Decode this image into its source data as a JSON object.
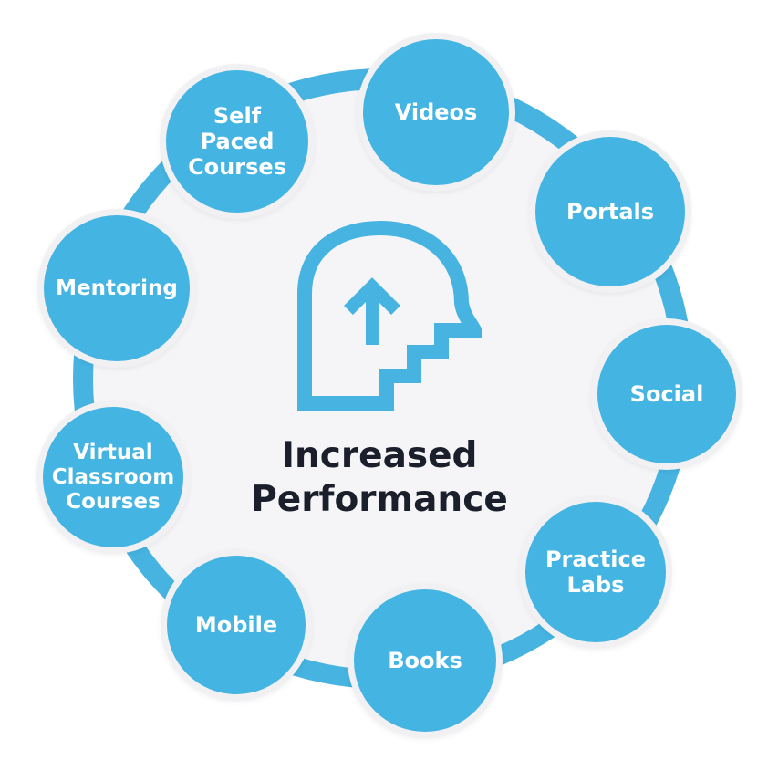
{
  "title": {
    "line1": "Increased",
    "line2": "Performance"
  },
  "icon": "head-with-up-arrow-icon",
  "colors": {
    "accent": "#46b3e1",
    "node": "#44b4e2",
    "center_bg": "#f5f5f8",
    "title_text": "#1b1f2b",
    "node_text": "#ffffff"
  },
  "nodes": [
    {
      "id": "self-paced-courses",
      "lines": [
        "Self",
        "Paced",
        "Courses"
      ]
    },
    {
      "id": "videos",
      "lines": [
        "Videos"
      ]
    },
    {
      "id": "portals",
      "lines": [
        "Portals"
      ]
    },
    {
      "id": "social",
      "lines": [
        "Social"
      ]
    },
    {
      "id": "practice-labs",
      "lines": [
        "Practice",
        "Labs"
      ]
    },
    {
      "id": "books",
      "lines": [
        "Books"
      ]
    },
    {
      "id": "mobile",
      "lines": [
        "Mobile"
      ]
    },
    {
      "id": "virtual-classroom-courses",
      "lines": [
        "Virtual",
        "Classroom",
        "Courses"
      ]
    },
    {
      "id": "mentoring",
      "lines": [
        "Mentoring"
      ]
    }
  ]
}
